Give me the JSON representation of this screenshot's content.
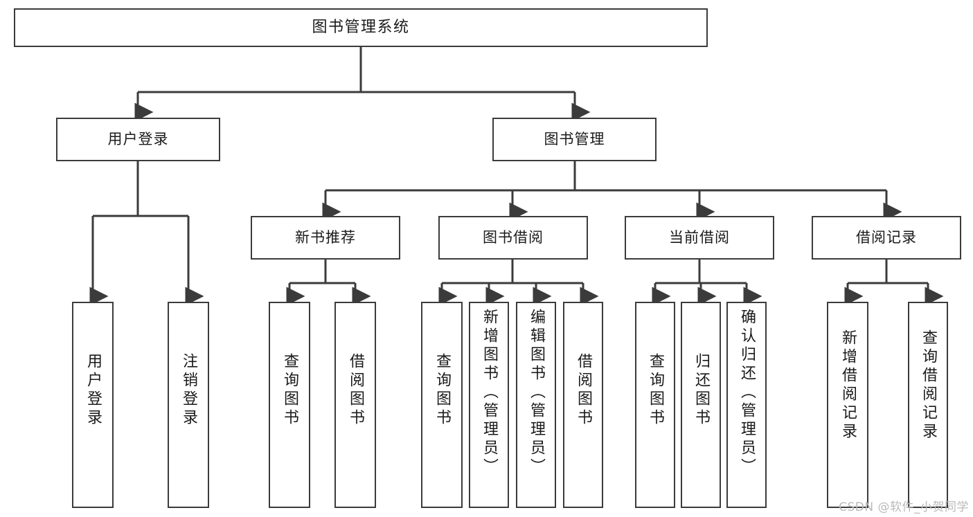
{
  "diagram": {
    "type": "tree-hierarchy-diagram",
    "title": "图书管理系统",
    "colors": {
      "box_border": "#3b3b3b",
      "box_fill": "#ffffff",
      "line": "#3b3b3b",
      "text": "#1a1a1a",
      "watermark": "#b9b9b9"
    },
    "root": {
      "label": "图书管理系统"
    },
    "level1": [
      {
        "label": "用户登录"
      },
      {
        "label": "图书管理"
      }
    ],
    "level2": [
      {
        "label": "新书推荐"
      },
      {
        "label": "图书借阅"
      },
      {
        "label": "当前借阅"
      },
      {
        "label": "借阅记录"
      }
    ],
    "leaves": {
      "user_login": [
        {
          "label": "用户登录"
        },
        {
          "label": "注销登录"
        }
      ],
      "new_book_recommend": [
        {
          "label": "查询图书"
        },
        {
          "label": "借阅图书"
        }
      ],
      "book_borrow": [
        {
          "label": "查询图书"
        },
        {
          "label": "新增图书（管理员）"
        },
        {
          "label": "编辑图书（管理员）"
        },
        {
          "label": "借阅图书"
        }
      ],
      "current_borrow": [
        {
          "label": "查询图书"
        },
        {
          "label": "归还图书"
        },
        {
          "label": "确认归还（管理员）"
        }
      ],
      "borrow_record": [
        {
          "label": "新增借阅记录"
        },
        {
          "label": "查询借阅记录"
        }
      ]
    },
    "watermark": "CSDN @软件_小贺同学"
  }
}
